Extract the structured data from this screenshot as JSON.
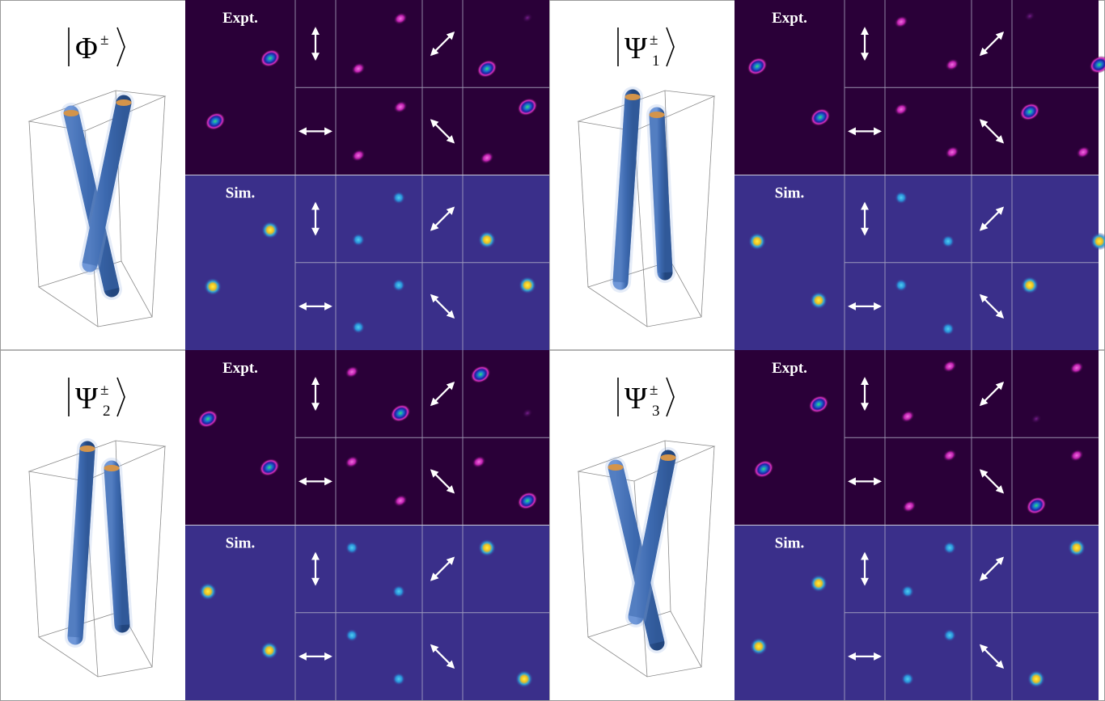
{
  "colors": {
    "expt_bg": "#2a0038",
    "sim_bg": "#3a2f8a",
    "grid_line": "#b8b8cc",
    "arrow": "#ffffff",
    "rod": "#3d6ab0",
    "rod_top": "#d4944a",
    "frame": "#4a4a4a"
  },
  "panels": [
    {
      "id": "phi",
      "symbol": "Φ",
      "superscript": "±",
      "subscript": "",
      "expt_label": "Expt.",
      "sim_label": "Sim.",
      "rod_arrangement": "crossed",
      "polarizations": [
        "vertical",
        "diagonal",
        "horizontal",
        "anti-diagonal"
      ]
    },
    {
      "id": "psi1",
      "symbol": "Ψ",
      "superscript": "±",
      "subscript": "1",
      "expt_label": "Expt.",
      "sim_label": "Sim.",
      "rod_arrangement": "parallel",
      "polarizations": [
        "vertical",
        "diagonal",
        "horizontal",
        "anti-diagonal"
      ]
    },
    {
      "id": "psi2",
      "symbol": "Ψ",
      "superscript": "±",
      "subscript": "2",
      "expt_label": "Expt.",
      "sim_label": "Sim.",
      "rod_arrangement": "parallel",
      "polarizations": [
        "vertical",
        "diagonal",
        "horizontal",
        "anti-diagonal"
      ]
    },
    {
      "id": "psi3",
      "symbol": "Ψ",
      "superscript": "±",
      "subscript": "3",
      "expt_label": "Expt.",
      "sim_label": "Sim.",
      "rod_arrangement": "crossed",
      "polarizations": [
        "vertical",
        "diagonal",
        "horizontal",
        "anti-diagonal"
      ]
    }
  ]
}
